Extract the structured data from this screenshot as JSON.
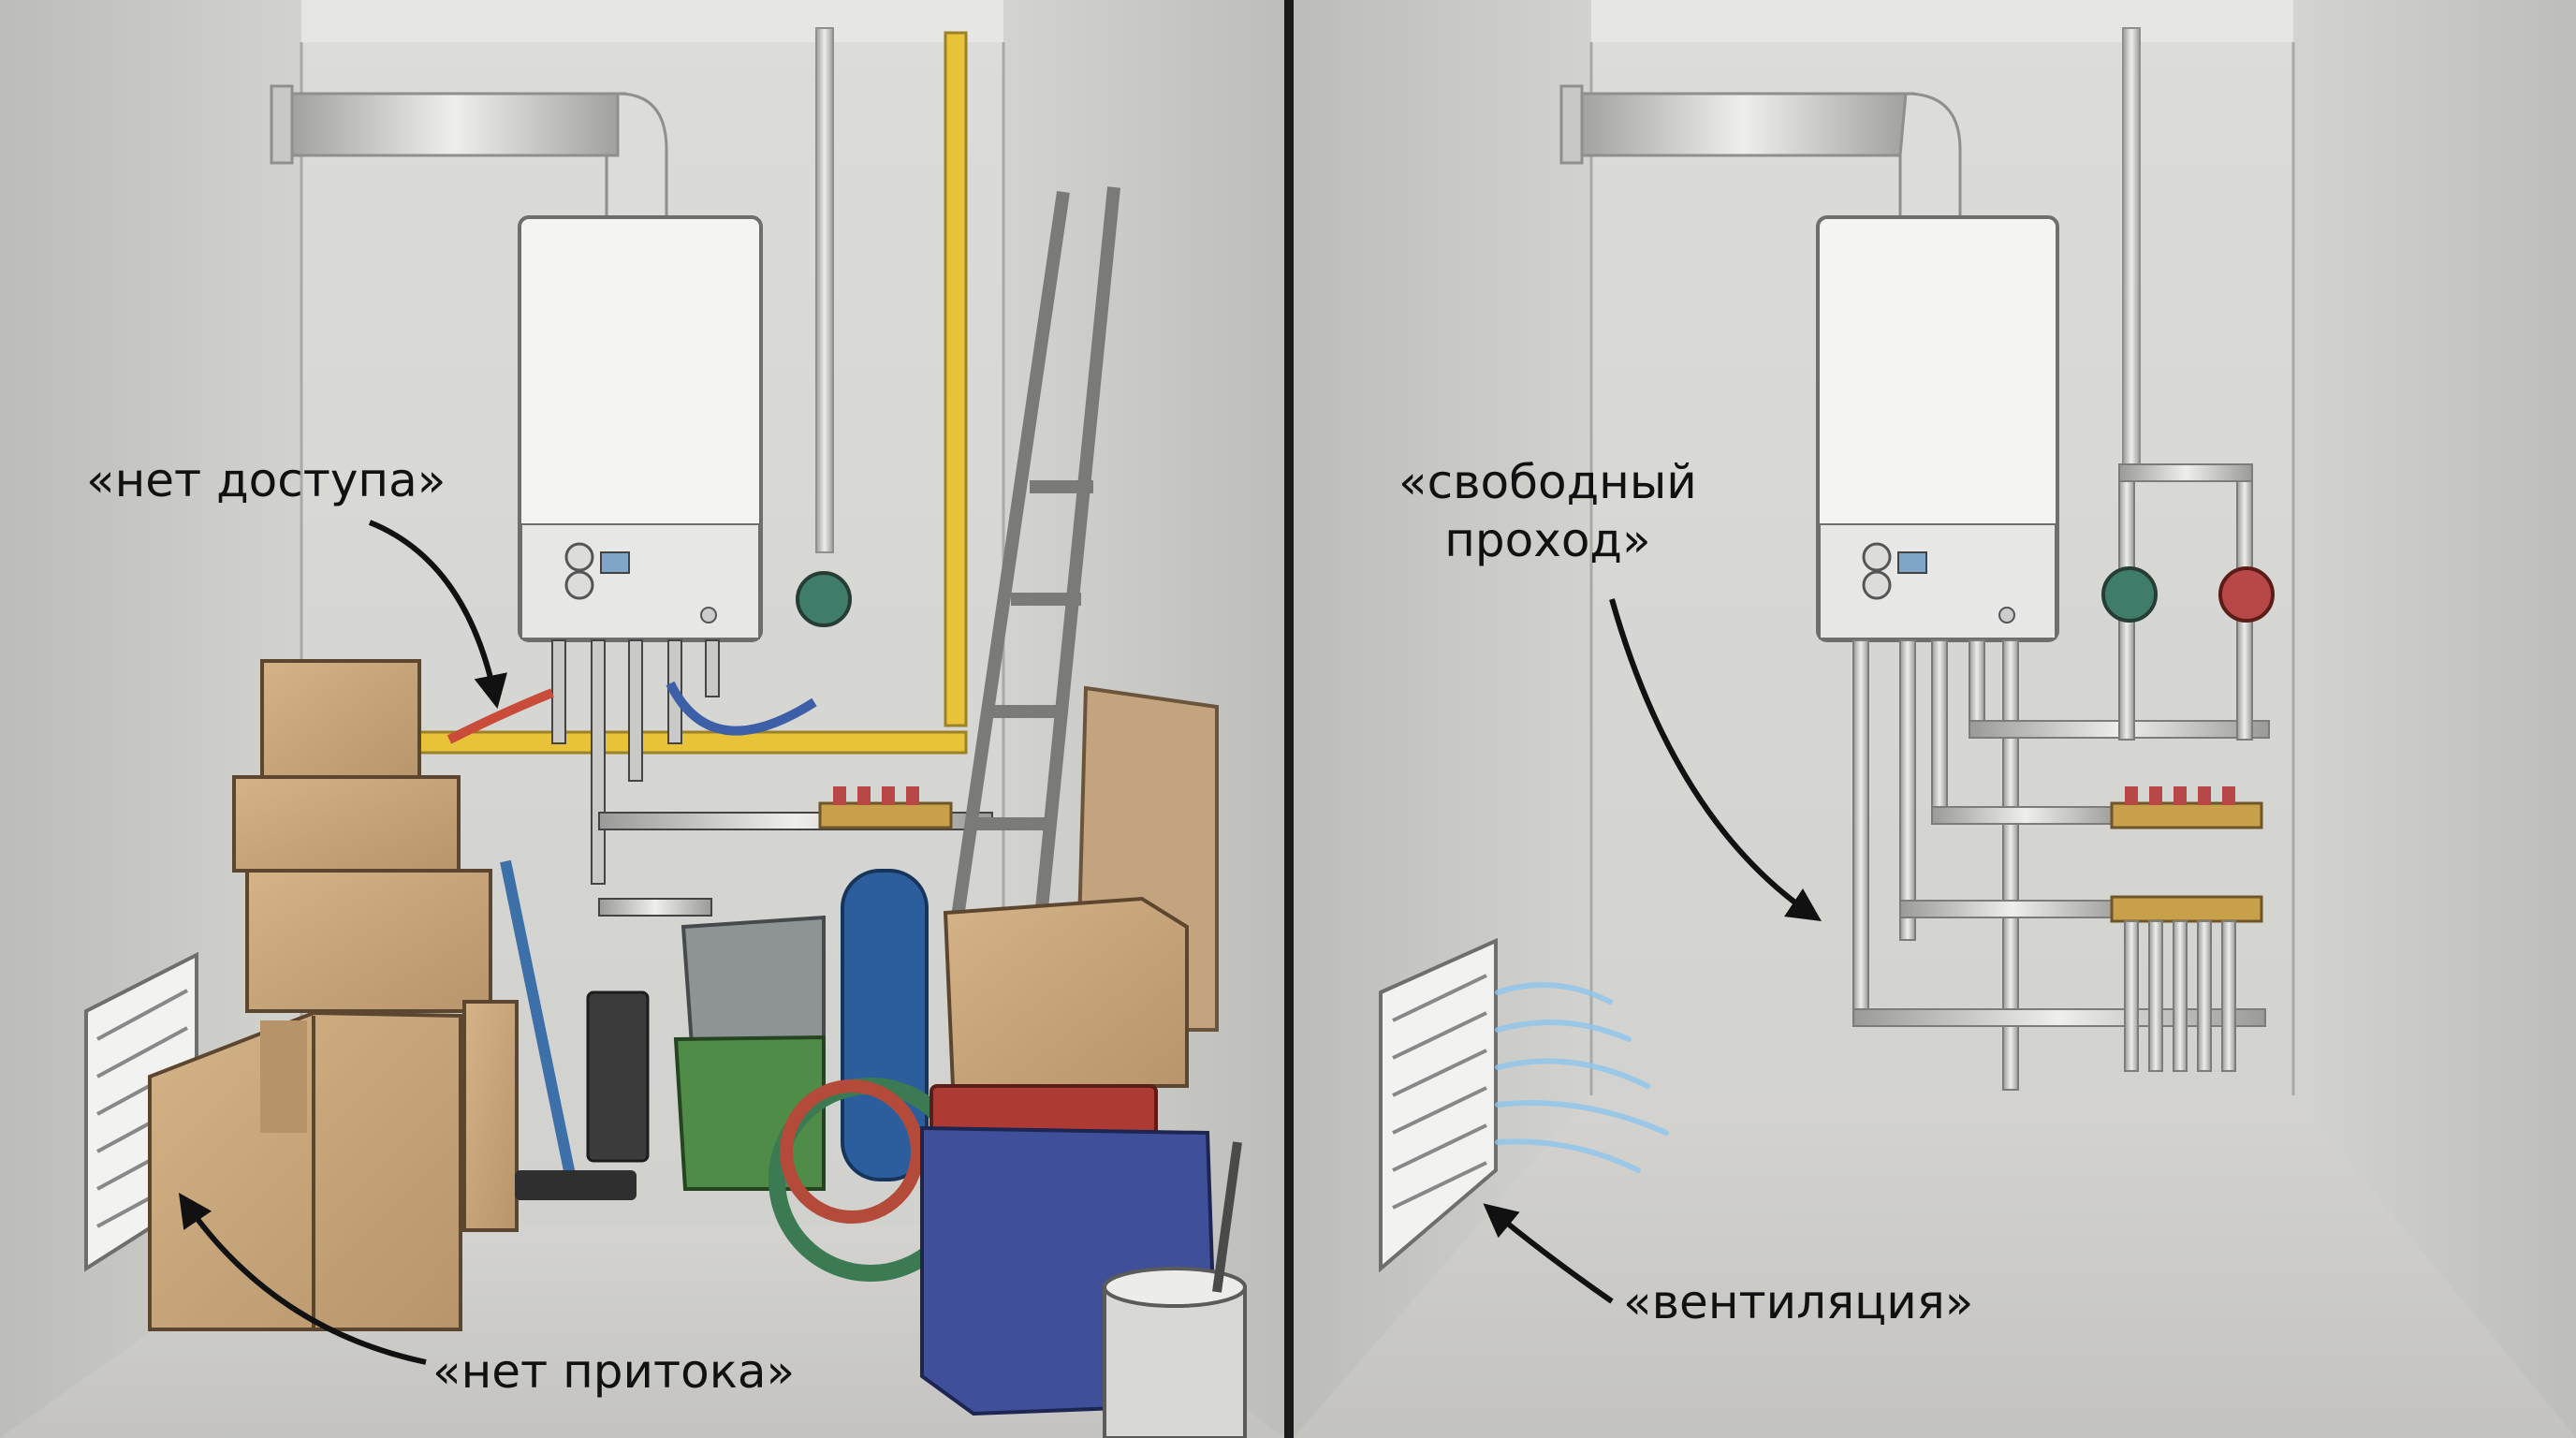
{
  "labels": {
    "no_access": "«нет доступа»",
    "no_inflow": "«нет притока»",
    "free_pass_line1": "«свободный",
    "free_pass_line2": "проход»",
    "ventilation": "«вентиляция»"
  },
  "colors": {
    "wall": "#d6d6d4",
    "floor": "#cdccc9",
    "boiler": "#f4f4f2",
    "gas_pipe": "#e8c33a",
    "cardboard": "#c8a57a",
    "divider": "#1b1b1b",
    "airflow": "#8fc6ee",
    "pump_green": "#3f7d6a",
    "pump_red": "#b84848"
  }
}
